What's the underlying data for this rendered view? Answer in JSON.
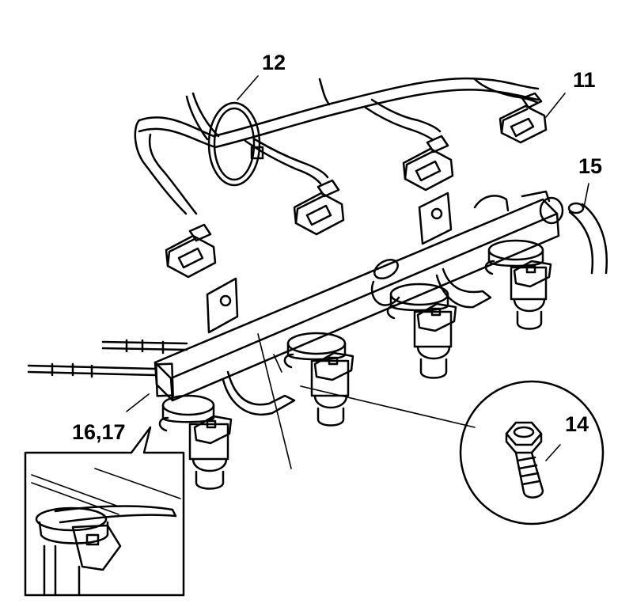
{
  "callouts": {
    "wiring_harness": "12",
    "injector_connector": "11",
    "fuel_hose": "15",
    "bolt": "14",
    "injector_clip": "16,17"
  }
}
